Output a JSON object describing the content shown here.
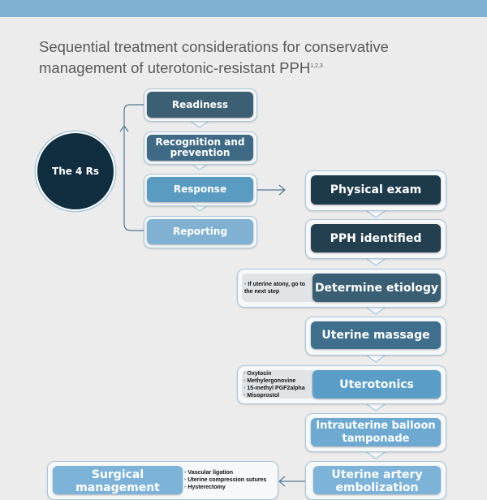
{
  "title": {
    "line1": "Sequential treatment considerations for conservative",
    "line2": "management of uterotonic-resistant PPH",
    "refs": "1,2,3"
  },
  "four_rs": {
    "label": "The 4 Rs",
    "steps": [
      "Readiness",
      "Recognition and prevention",
      "Response",
      "Reporting"
    ]
  },
  "flow": {
    "physical_exam": "Physical exam",
    "pph_identified": "PPH identified",
    "determine_etiology": "Determine etiology",
    "etiology_note": "If uterine atony, go to the next step",
    "uterine_massage": "Uterine massage",
    "uterotonics": "Uterotonics",
    "uterotonics_list": [
      "Oxytocin",
      "Methylergonovine",
      "15-methyl PGF2alpha",
      "Misoprostol"
    ],
    "balloon": "Intrauterine balloon tamponade",
    "embolization": "Uterine artery embolization",
    "surgical": "Surgical management",
    "surgical_list": [
      "Vascular ligation",
      "Uterine compression sutures",
      "Hysterectomy"
    ]
  },
  "colors": {
    "topbar": "#80b0d2",
    "darkest": "#102e40",
    "dark": "#1f3c4e",
    "mid": "#3e6a85",
    "light": "#5a9bc2",
    "lighter": "#80b1d3"
  }
}
